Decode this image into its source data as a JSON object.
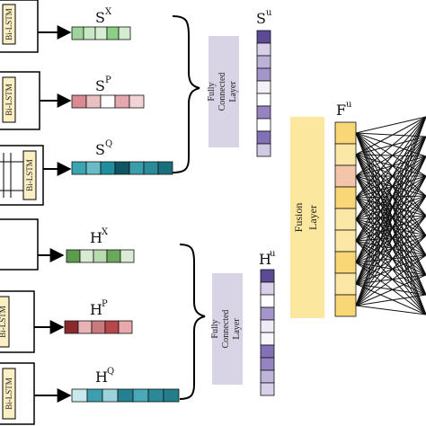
{
  "colors": {
    "green": [
      "#9ed49a",
      "#c9e8c5",
      "#d6eed3",
      "#8ccf86",
      "#d4ecd0"
    ],
    "pink": [
      "#d98b91",
      "#ecc0c3",
      "#ffffff",
      "#e7a8ad",
      "#f2d4d6"
    ],
    "teal": [
      "#3aa4b2",
      "#69bcc6",
      "#1f8e9e",
      "#0e5663",
      "#3a9dac",
      "#2a8c9b",
      "#1a6f7d"
    ],
    "darkgreen": [
      "#5c9a4c",
      "#d9ead3",
      "#b9d9b1",
      "#6aa85a",
      "#dbecd5"
    ],
    "red": [
      "#8a2a2d",
      "#e7b3b6",
      "#c97a7e",
      "#b8474c",
      "#e8a9ac"
    ],
    "teal2": [
      "#c7e8ec",
      "#3b9fad",
      "#9bd3da",
      "#25818f",
      "#4aa9b6",
      "#2c8a98",
      "#247d8b"
    ],
    "purple1": [
      "#5d4a94",
      "#d7d0e8",
      "#bcb1d8",
      "#a495ca",
      "#f4f1f9",
      "#ffffff",
      "#9584c1",
      "#ffffff",
      "#8371b7",
      "#d0c9e4"
    ],
    "purple2": [
      "#5d4a94",
      "#d7d0e8",
      "#ffffff",
      "#a495ca",
      "#eeeaf6",
      "#f8f6fb",
      "#8371b7",
      "#9584c1",
      "#bfb4d9",
      "#d7d0e8"
    ],
    "fusion": [
      "#f9d776",
      "#fde7a7",
      "#f4c5a8",
      "#f9d776",
      "#fde7a7",
      "#fde7a7",
      "#f9d776",
      "#fde7a7",
      "#f9d776"
    ]
  },
  "labels": {
    "sx": "S",
    "sx_sup": "X",
    "sp": "S",
    "sp_sup": "P",
    "sq": "S",
    "sq_sup": "Q",
    "hx": "H",
    "hx_sup": "X",
    "hp": "H",
    "hp_sup": "P",
    "hq": "H",
    "hq_sup": "Q",
    "su": "S",
    "su_sup": "u",
    "hu": "H",
    "hu_sup": "u",
    "fu": "F",
    "fu_sup": "u"
  },
  "lstm": {
    "box1": "Bi-LSTM",
    "box2": "Bi-LSTM",
    "box3": "Bi-LSTM",
    "box5": "Bi-LSTM",
    "box6": "Bi-LSTM"
  },
  "fc_top": {
    "line1": "Fully",
    "line2": "Connected",
    "line3": "Layer"
  },
  "fc_bottom": {
    "line1": "Fully",
    "line2": "Connected",
    "line3": "Layer"
  },
  "fusion": {
    "line1": "Fusion",
    "line2": "Layer"
  }
}
